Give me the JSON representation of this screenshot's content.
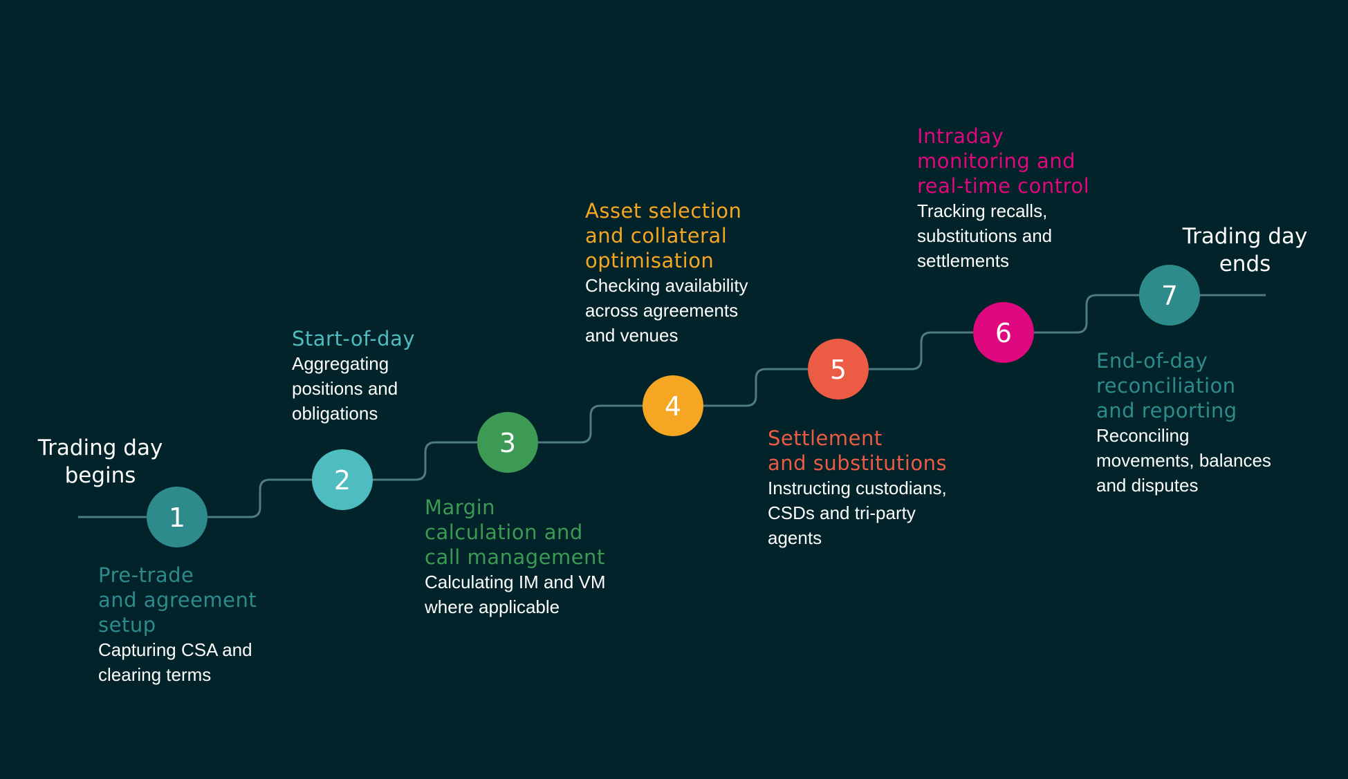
{
  "start_label": "Trading day\nbegins",
  "end_label": "Trading day\nends",
  "colors": {
    "background": "#012329",
    "connector": "#4f7c7e",
    "white": "#ffffff"
  },
  "steps": [
    {
      "number": "1",
      "title": "Pre-trade\nand agreement\nsetup",
      "desc": "Capturing CSA and\nclearing terms",
      "color": "#2e8b8b"
    },
    {
      "number": "2",
      "title": "Start-of-day",
      "desc": "Aggregating\npositions and\nobligations",
      "color": "#4fbcc0"
    },
    {
      "number": "3",
      "title": "Margin\ncalculation and\ncall management",
      "desc": "Calculating IM and VM\nwhere applicable",
      "color": "#3c9a55"
    },
    {
      "number": "4",
      "title": "Asset selection\nand collateral\noptimisation",
      "desc": "Checking availability\nacross agreements\nand venues",
      "color": "#f5a623"
    },
    {
      "number": "5",
      "title": "Settlement\nand substitutions",
      "desc": "Instructing custodians,\nCSDs and tri-party\nagents",
      "color": "#ec5c44"
    },
    {
      "number": "6",
      "title": "Intraday\nmonitoring and\nreal-time control",
      "desc": "Tracking recalls,\nsubstitutions and\nsettlements",
      "color": "#e0087e"
    },
    {
      "number": "7",
      "title": "End-of-day\nreconciliation\nand reporting",
      "desc": "Reconciling\nmovements, balances\nand disputes",
      "color": "#2e8b8b"
    }
  ]
}
